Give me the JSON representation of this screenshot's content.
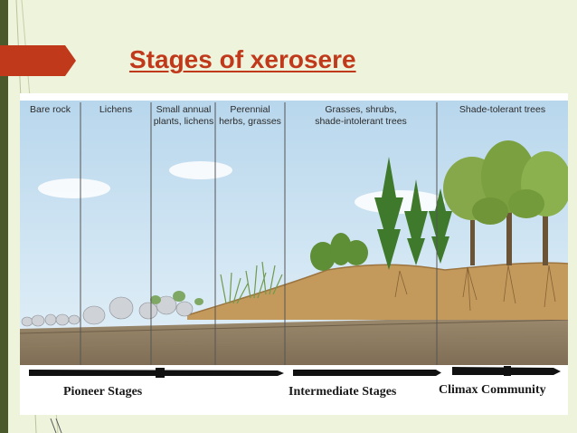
{
  "slide": {
    "title": "Stages of xerosere"
  },
  "figure": {
    "stage_labels": [
      "Bare rock",
      "Lichens",
      "Small annual\nplants, lichens",
      "Perennial\nherbs, grasses",
      "Grasses, shrubs,\nshade-intolerant trees",
      "Shade-tolerant trees"
    ],
    "bottom_labels": {
      "pioneer": "Pioneer Stages",
      "intermediate": "Intermediate Stages",
      "climax": "Climax Community"
    }
  }
}
